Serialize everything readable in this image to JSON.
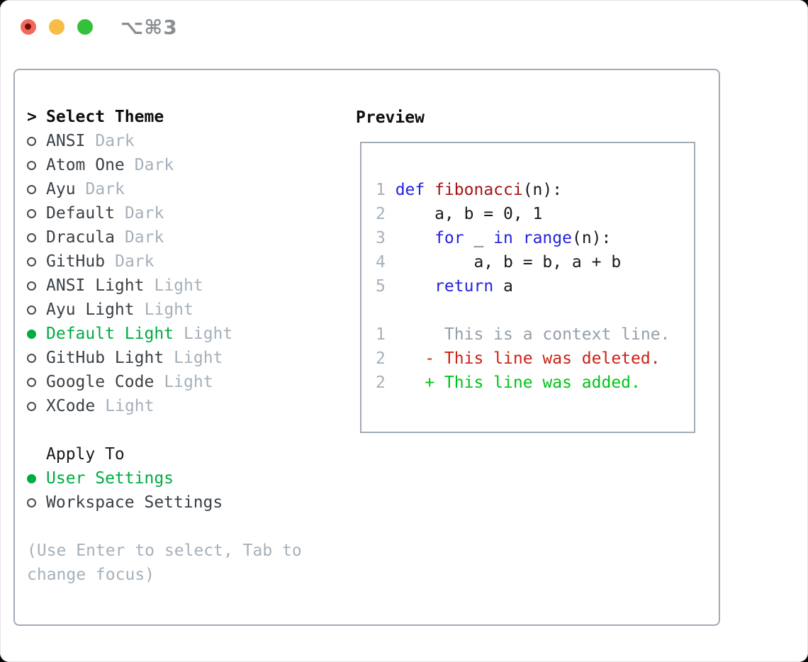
{
  "titlebar": {
    "shortcut": "⌥⌘3"
  },
  "colors": {
    "accent_green": "#00ab42",
    "keyword_blue": "#2323dd",
    "function_red": "#a31515",
    "diff_deleted_red": "#cc2114",
    "diff_added_green": "#00c417",
    "muted_gray": "#a6b0ba",
    "border_gray": "#a2abb6",
    "traffic_red": "#f3685e",
    "traffic_yellow": "#f7bd45",
    "traffic_green": "#35c03b"
  },
  "theme_selector": {
    "prompt": ">",
    "title": "Select Theme",
    "themes": [
      {
        "name": "ANSI",
        "tag": "Dark",
        "selected": false
      },
      {
        "name": "Atom One",
        "tag": "Dark",
        "selected": false
      },
      {
        "name": "Ayu",
        "tag": "Dark",
        "selected": false
      },
      {
        "name": "Default",
        "tag": "Dark",
        "selected": false
      },
      {
        "name": "Dracula",
        "tag": "Dark",
        "selected": false
      },
      {
        "name": "GitHub",
        "tag": "Dark",
        "selected": false
      },
      {
        "name": "ANSI Light",
        "tag": "Light",
        "selected": false
      },
      {
        "name": "Ayu Light",
        "tag": "Light",
        "selected": false
      },
      {
        "name": "Default Light",
        "tag": "Light",
        "selected": true
      },
      {
        "name": "GitHub Light",
        "tag": "Light",
        "selected": false
      },
      {
        "name": "Google Code",
        "tag": "Light",
        "selected": false
      },
      {
        "name": "XCode",
        "tag": "Light",
        "selected": false
      }
    ],
    "apply_to": {
      "title": "Apply To",
      "options": [
        {
          "label": "User Settings",
          "selected": true
        },
        {
          "label": "Workspace Settings",
          "selected": false
        }
      ]
    },
    "hint_line1": "(Use Enter to select, Tab to",
    "hint_line2": "change focus)"
  },
  "preview": {
    "title": "Preview",
    "lines": [
      {
        "num": "1",
        "t0": "def ",
        "t1": "fibonacci",
        "t2": "(n):"
      },
      {
        "num": "2",
        "t0": "    a, b = 0, 1"
      },
      {
        "num": "3",
        "t0": "    ",
        "t1": "for",
        "t2": " _ ",
        "t3": "in",
        "t4": " ",
        "t5": "range",
        "t6": "(n):"
      },
      {
        "num": "4",
        "t0": "        a, b = b, a + b"
      },
      {
        "num": "5",
        "t0": "    ",
        "t1": "return",
        "t2": " a"
      },
      {
        "num": "1",
        "t0": "     This is a context line."
      },
      {
        "num": "2",
        "t0": "   - This line was deleted."
      },
      {
        "num": "2",
        "t0": "   + This line was added."
      }
    ]
  }
}
